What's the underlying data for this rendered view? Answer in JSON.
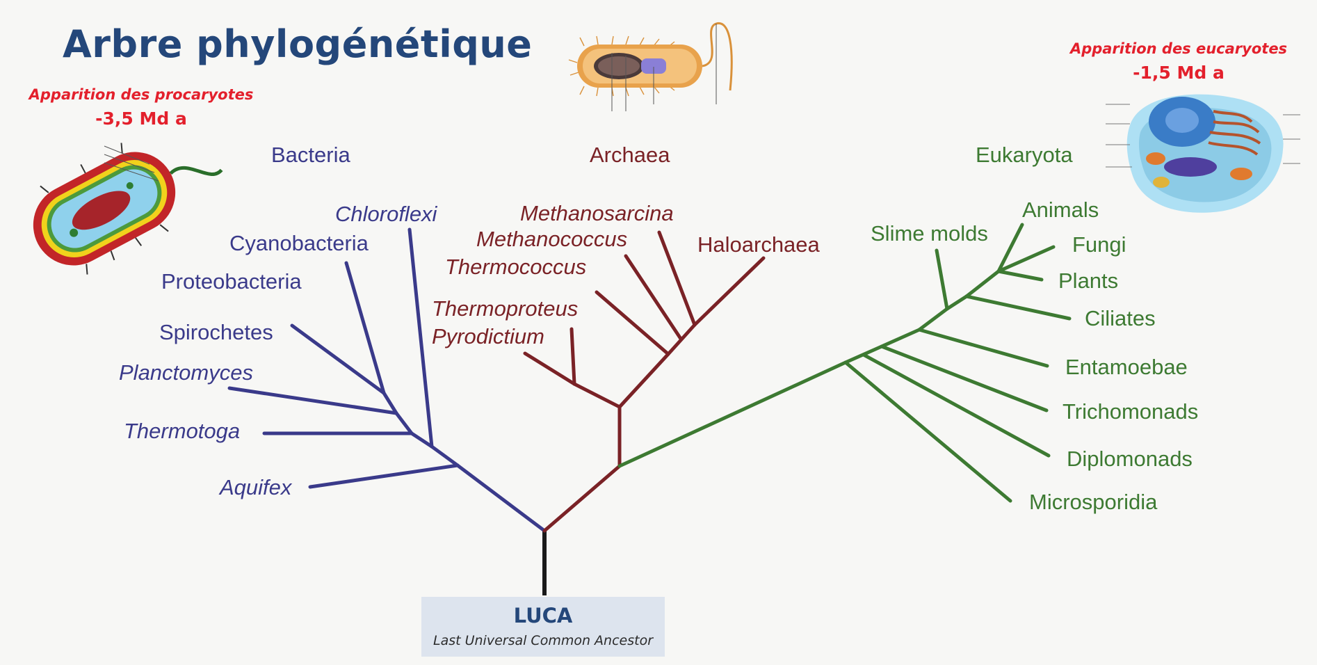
{
  "title": "Arbre phylogénétique",
  "colors": {
    "bacteria": "#3a3a8a",
    "archaea": "#7a2226",
    "eukaryota": "#3d7a32",
    "root": "#1a1a1a",
    "title": "#24477a",
    "note": "#e3202c"
  },
  "notes": {
    "procaryotes": {
      "text": "Apparition des procaryotes",
      "age": "-3,5 Md a"
    },
    "eucaryotes": {
      "text": "Apparition des eucaryotes",
      "age": "-1,5 Md a"
    }
  },
  "domains": {
    "bacteria": "Bacteria",
    "archaea": "Archaea",
    "eukaryota": "Eukaryota"
  },
  "bacteria_taxa": {
    "chloroflexi": "Chloroflexi",
    "cyanobacteria": "Cyanobacteria",
    "proteobacteria": "Proteobacteria",
    "spirochetes": "Spirochetes",
    "planctomyces": "Planctomyces",
    "thermotoga": "Thermotoga",
    "aquifex": "Aquifex"
  },
  "archaea_taxa": {
    "methanosarcina": "Methanosarcina",
    "methanococcus": "Methanococcus",
    "thermococcus": "Thermococcus",
    "haloarchaea": "Haloarchaea",
    "thermoproteus": "Thermoproteus",
    "pyrodictium": "Pyrodictium"
  },
  "eukaryota_taxa": {
    "slime_molds": "Slime molds",
    "animals": "Animals",
    "fungi": "Fungi",
    "plants": "Plants",
    "ciliates": "Ciliates",
    "entamoebae": "Entamoebae",
    "trichomonads": "Trichomonads",
    "diplomonads": "Diplomonads",
    "microsporidia": "Microsporidia"
  },
  "luca": {
    "name": "LUCA",
    "subtitle": "Last Universal Common Ancestor"
  },
  "illustrations": {
    "prokaryote": "prokaryote-cell-illustration",
    "archaeon": "rod-cell-illustration",
    "eukaryote": "eukaryote-cell-illustration"
  }
}
